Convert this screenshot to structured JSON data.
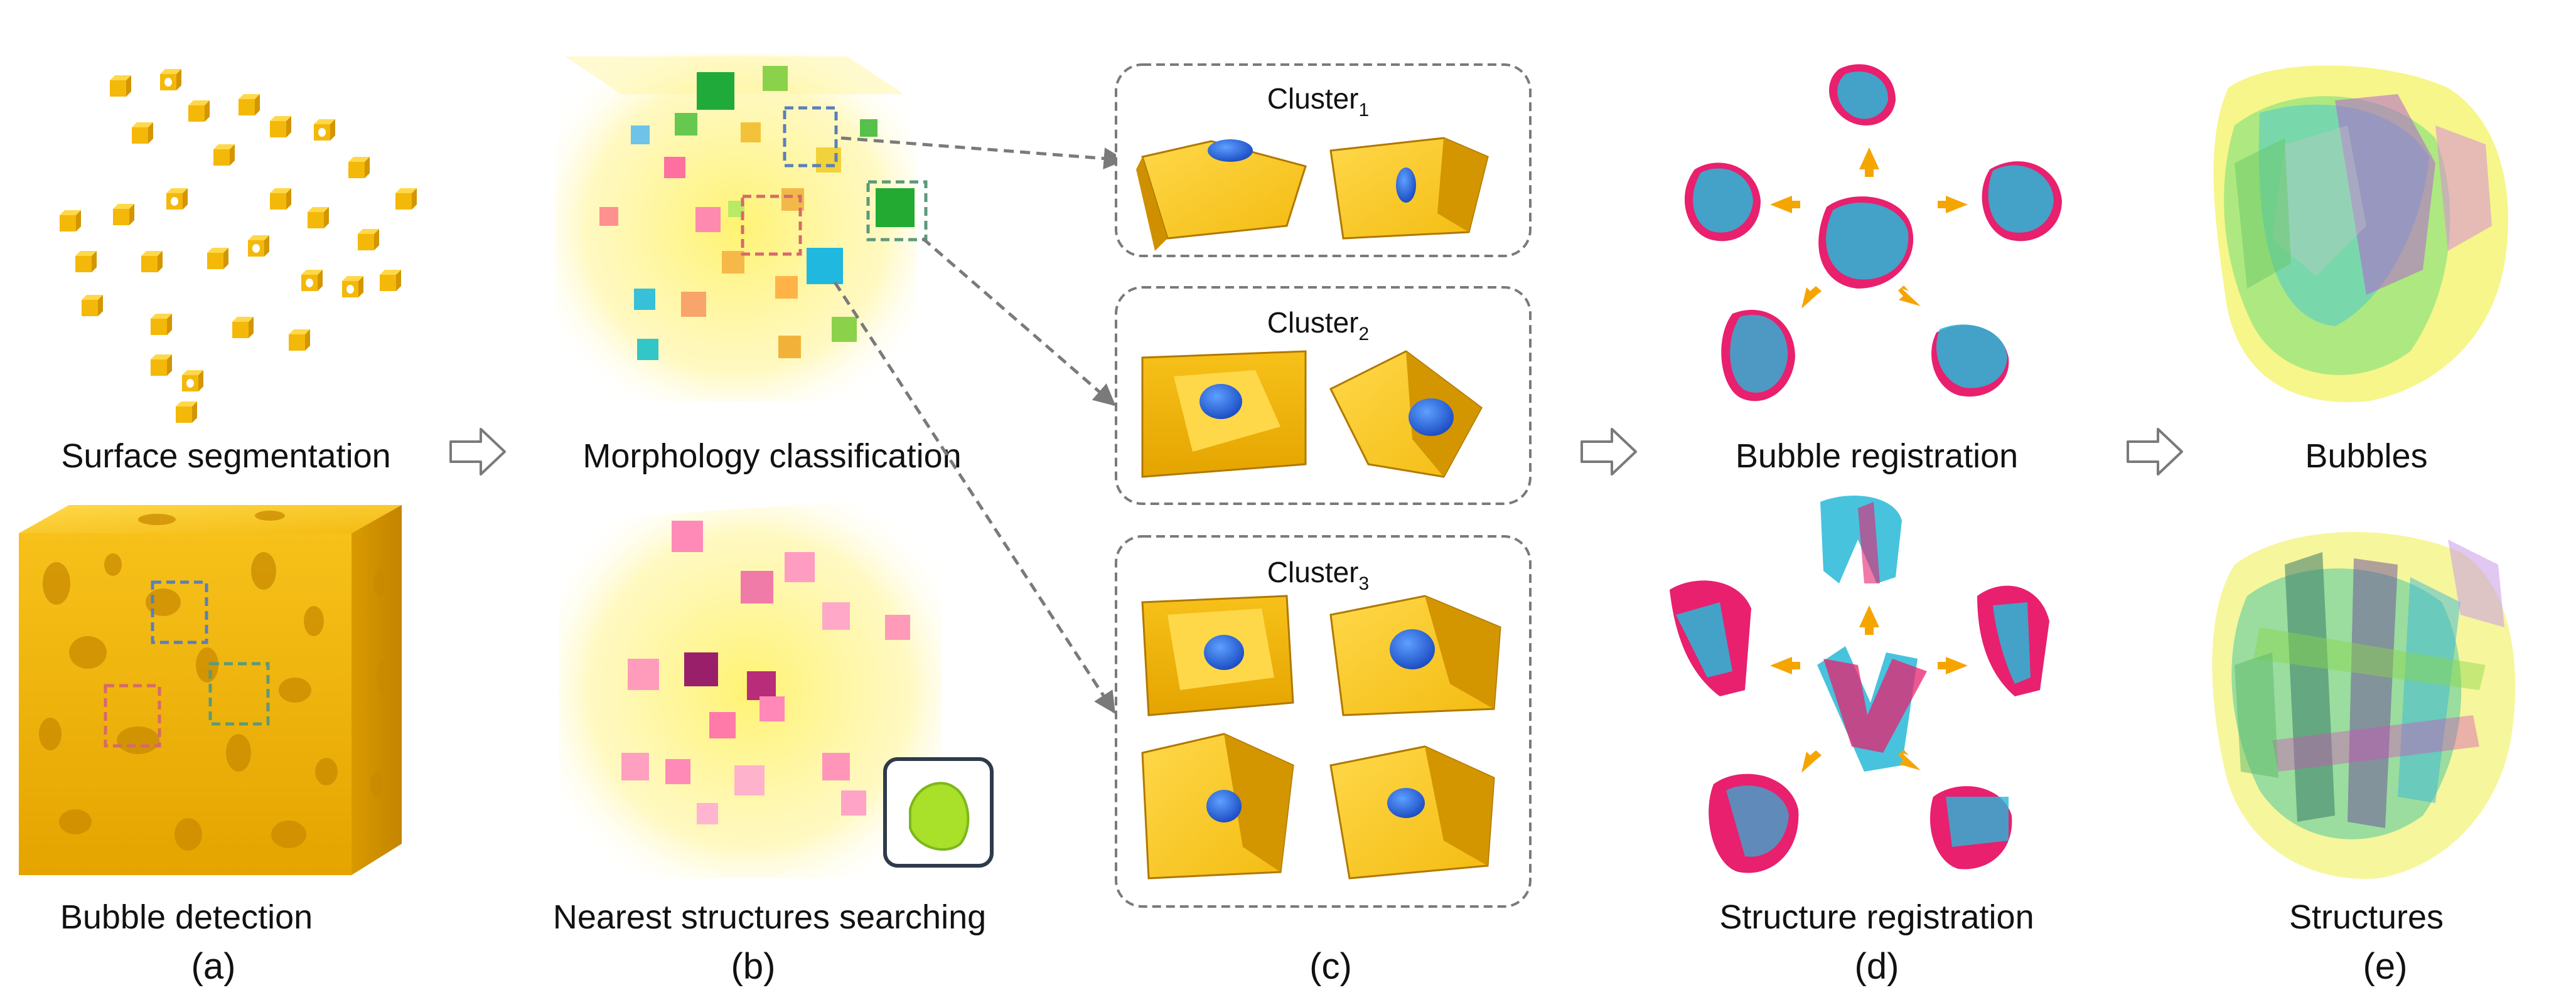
{
  "captions": {
    "a_top": "Surface segmentation",
    "a_bottom": "Bubble detection",
    "b_top": "Morphology classification",
    "b_bottom": "Nearest structures searching",
    "d_top": "Bubble registration",
    "d_bottom": "Structure registration",
    "e_top": "Bubbles",
    "e_bottom": "Structures"
  },
  "panel_labels": {
    "a": "(a)",
    "b": "(b)",
    "c": "(c)",
    "d": "(d)",
    "e": "(e)"
  },
  "clusters": [
    {
      "name": "Cluster",
      "index": "1"
    },
    {
      "name": "Cluster",
      "index": "2"
    },
    {
      "name": "Cluster",
      "index": "3"
    }
  ],
  "colors": {
    "gold": "#f2b705",
    "gold_dark": "#c98a00",
    "bubble_blue": "#1f5fd8",
    "magenta": "#e8206e",
    "cyan": "#27b8d8",
    "arrow_orange": "#f5a500",
    "dash_gray": "#7a7a7a",
    "box_blue": "#5b7fb8",
    "box_red": "#d46a6a",
    "box_green": "#5a9a7a"
  }
}
